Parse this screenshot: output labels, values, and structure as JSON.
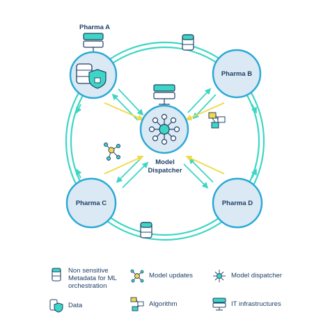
{
  "nodes": {
    "pharma_a": "Pharma A",
    "pharma_b": "Pharma B",
    "pharma_c": "Pharma C",
    "pharma_d": "Pharma D",
    "dispatcher_line1": "Model",
    "dispatcher_line2": "Dispatcher"
  },
  "legend": {
    "metadata_line1": "Non sensitive",
    "metadata_line2": "Metadata for ML",
    "metadata_line3": "orchestration",
    "model_updates": "Model updates",
    "model_dispatcher": "Model dispatcher",
    "data": "Data",
    "algorithm": "Algorithm",
    "it_infrastructures": "IT infrastructures"
  },
  "icons": [
    "server-icon",
    "database-icon",
    "shield-lock-icon",
    "hub-icon",
    "model-update-icon",
    "algorithm-icon",
    "it-infrastructure-icon",
    "arrow-icon"
  ],
  "colors": {
    "teal": "#3dd6c4",
    "yellow": "#f2e84a",
    "node_fill": "#dbe9f4",
    "node_stroke": "#2aa9d6",
    "navy": "#1f3f66"
  }
}
